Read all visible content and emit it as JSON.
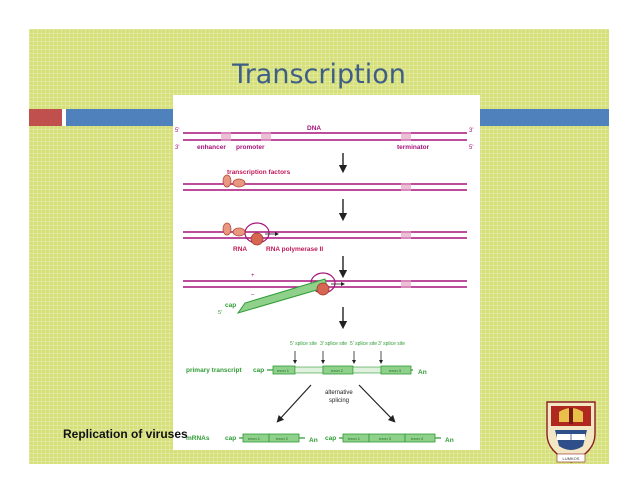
{
  "slide": {
    "title": "Transcription",
    "caption": "Replication of viruses"
  },
  "colors": {
    "background": "#d6e07a",
    "title": "#3f5e86",
    "accent_red": "#c0504d",
    "accent_blue": "#4f81bd",
    "dna_strand": "#a6127a",
    "rna_strand": "#2f9c35",
    "label_red": "#c01856"
  },
  "diagram": {
    "dna_label": "DNA",
    "five_prime": "5'",
    "three_prime": "3'",
    "enhancer": "enhancer",
    "promoter": "promoter",
    "terminator": "terminator",
    "transcription_factors": "transcription factors",
    "rna": "RNA",
    "rna_polymerase": "RNA polymerase II",
    "plus": "+",
    "minus": "–",
    "cap": "cap",
    "splice_site_5": "5' splice site",
    "splice_site_3": "3' splice site",
    "primary_transcript": "primary transcript",
    "alternative_splicing_1": "alternative",
    "alternative_splicing_2": "splicing",
    "mrnas": "mRNAs",
    "poly_a": "An",
    "exon_labels": [
      "exon 1",
      "exon 2",
      "exon 3",
      "exon 4"
    ]
  },
  "logo": {
    "text": "LUMKOS"
  }
}
